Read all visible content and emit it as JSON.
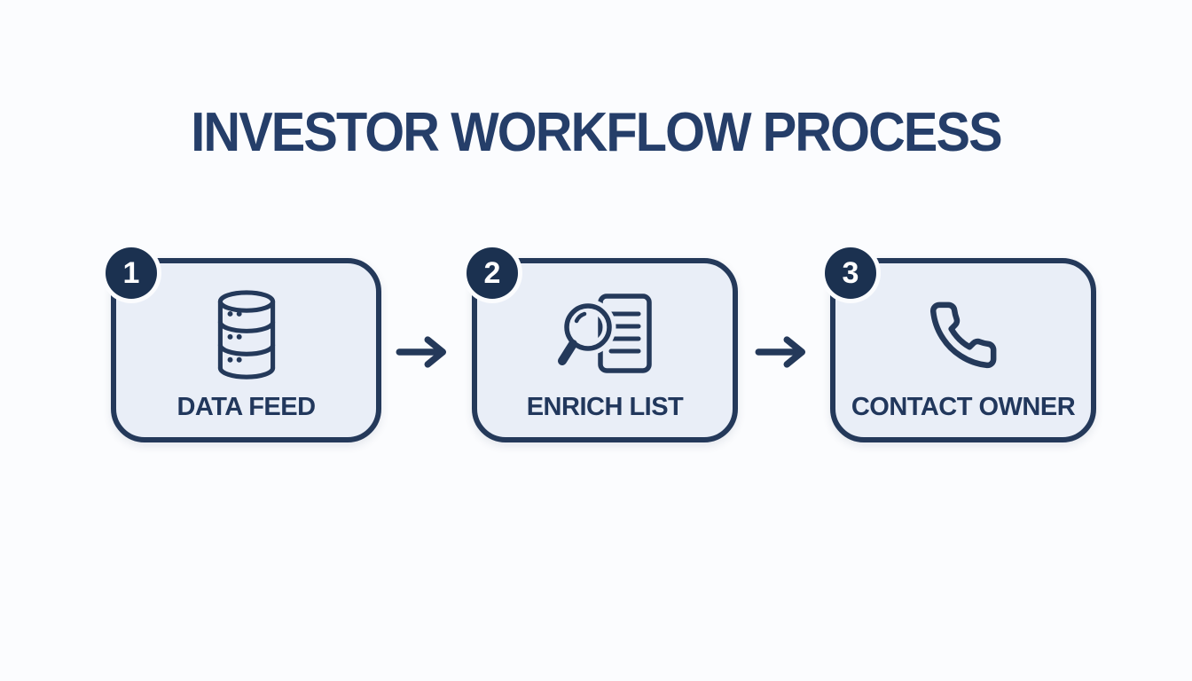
{
  "title": "INVESTOR WORKFLOW PROCESS",
  "steps": [
    {
      "number": "1",
      "label": "DATA FEED",
      "icon": "database-icon"
    },
    {
      "number": "2",
      "label": "ENRICH LIST",
      "icon": "search-list-icon"
    },
    {
      "number": "3",
      "label": "CONTACT OWNER",
      "icon": "phone-icon"
    }
  ],
  "connector_icon": "arrow-right-icon",
  "colors": {
    "background": "#fbfcfe",
    "box_fill": "#e9eef7",
    "outline_navy": "#24395a",
    "badge_navy": "#1b3150",
    "title_navy": "#253e69",
    "label_navy": "#21375c",
    "badge_text": "#ffffff"
  }
}
